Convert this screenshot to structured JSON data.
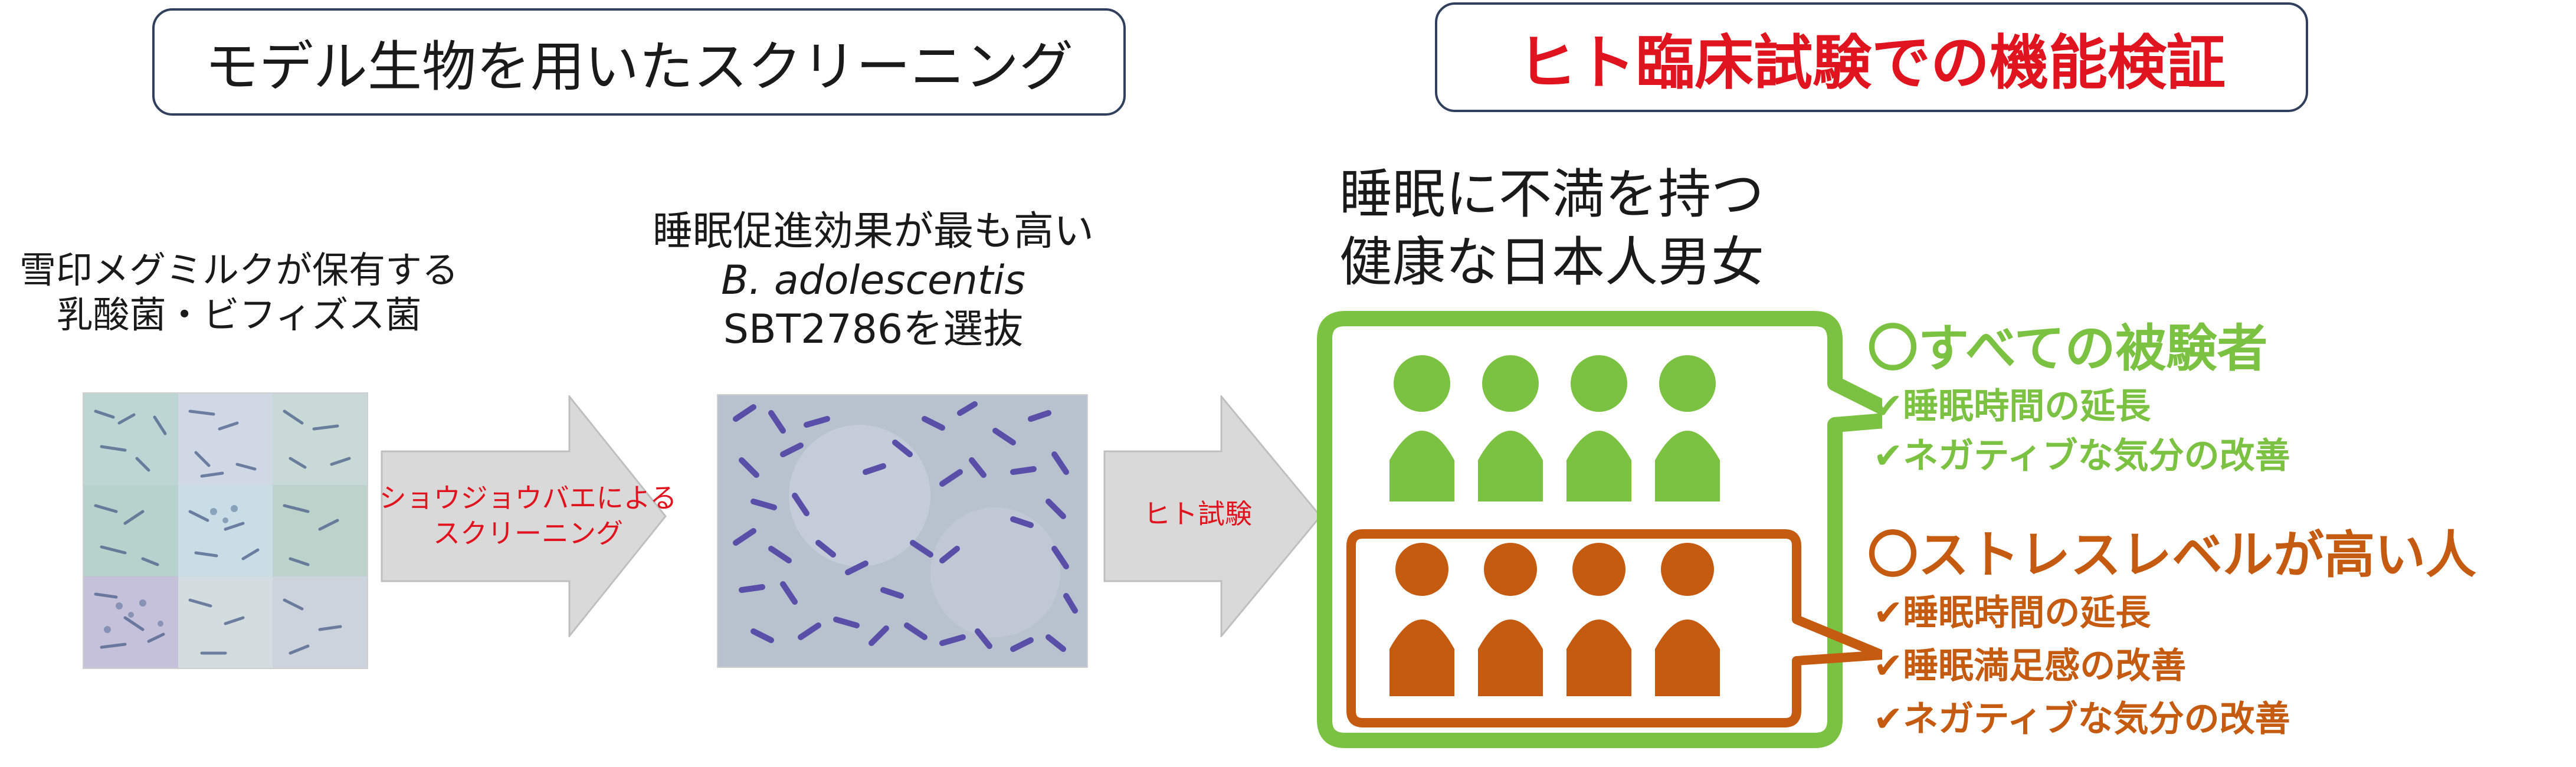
{
  "header": {
    "left_title": "モデル生物を用いたスクリーニング",
    "right_title": "ヒト臨床試験での機能検証"
  },
  "step1": {
    "line1": "雪印メグミルクが保有する",
    "line2": "乳酸菌・ビフィズス菌"
  },
  "arrow1": {
    "line1": "ショウジョウバエによる",
    "line2": "スクリーニング"
  },
  "step2": {
    "line1": "睡眠促進効果が最も高い",
    "line2": "B. adolescentis",
    "line3": "SBT2786を選抜"
  },
  "arrow2": {
    "label": "ヒト試験"
  },
  "target": {
    "line1": "睡眠に不満を持つ",
    "line2": "健康な日本人男女"
  },
  "group_all": {
    "title": "〇すべての被験者",
    "items": [
      "✔睡眠時間の延長",
      "✔ネガティブな気分の改善"
    ]
  },
  "group_stress": {
    "title": "〇ストレスレベルが高い人",
    "items": [
      "✔睡眠時間の延長",
      "✔睡眠満足感の改善",
      "✔ネガティブな気分の改善"
    ]
  },
  "colors": {
    "green": "#7cc242",
    "orange": "#c55a11",
    "red": "#e0141e",
    "navy": "#2f3f5c",
    "arrow_fill": "#d9d9d9"
  },
  "icons": [
    "microscope-collage-image",
    "bacteria-micrograph-image",
    "person-icon"
  ]
}
